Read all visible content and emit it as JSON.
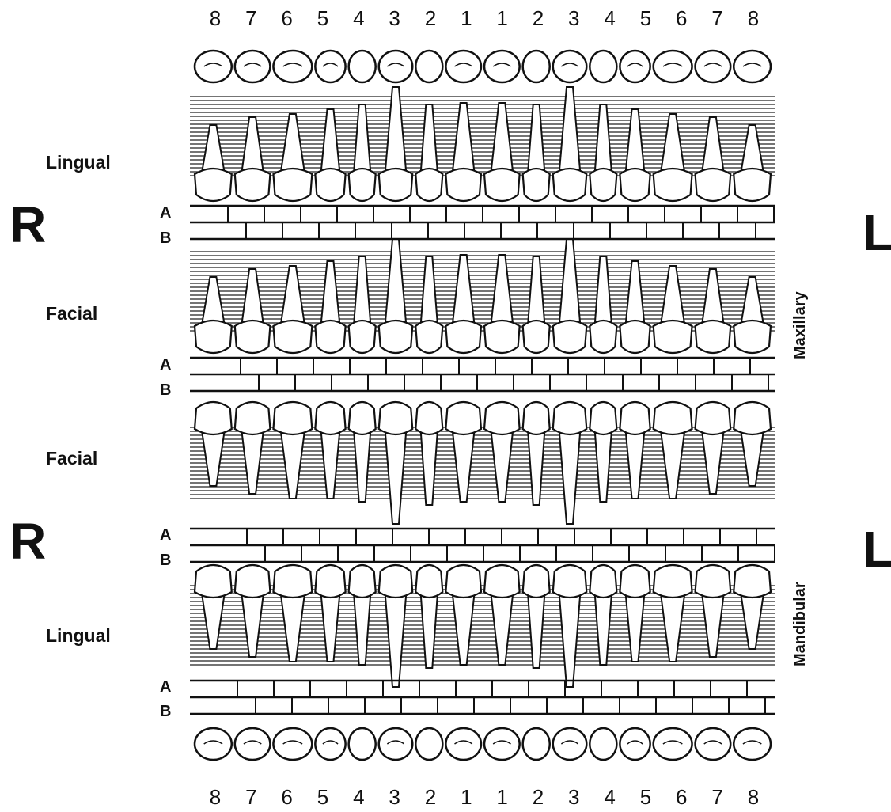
{
  "tooth_numbers_top": [
    "8",
    "7",
    "6",
    "5",
    "4",
    "3",
    "2",
    "1",
    "1",
    "2",
    "3",
    "4",
    "5",
    "6",
    "7",
    "8"
  ],
  "tooth_numbers_bottom": [
    "8",
    "7",
    "6",
    "5",
    "4",
    "3",
    "2",
    "1",
    "1",
    "2",
    "3",
    "4",
    "5",
    "6",
    "7",
    "8"
  ],
  "side_right": "R",
  "side_left": "L",
  "row_labels": {
    "upper_lingual": "Lingual",
    "upper_facial": "Facial",
    "lower_facial": "Facial",
    "lower_lingual": "Lingual"
  },
  "ab_labels": {
    "a": "A",
    "b": "B"
  },
  "arch_labels": {
    "upper": "Maxillary",
    "lower": "Mandibular"
  }
}
